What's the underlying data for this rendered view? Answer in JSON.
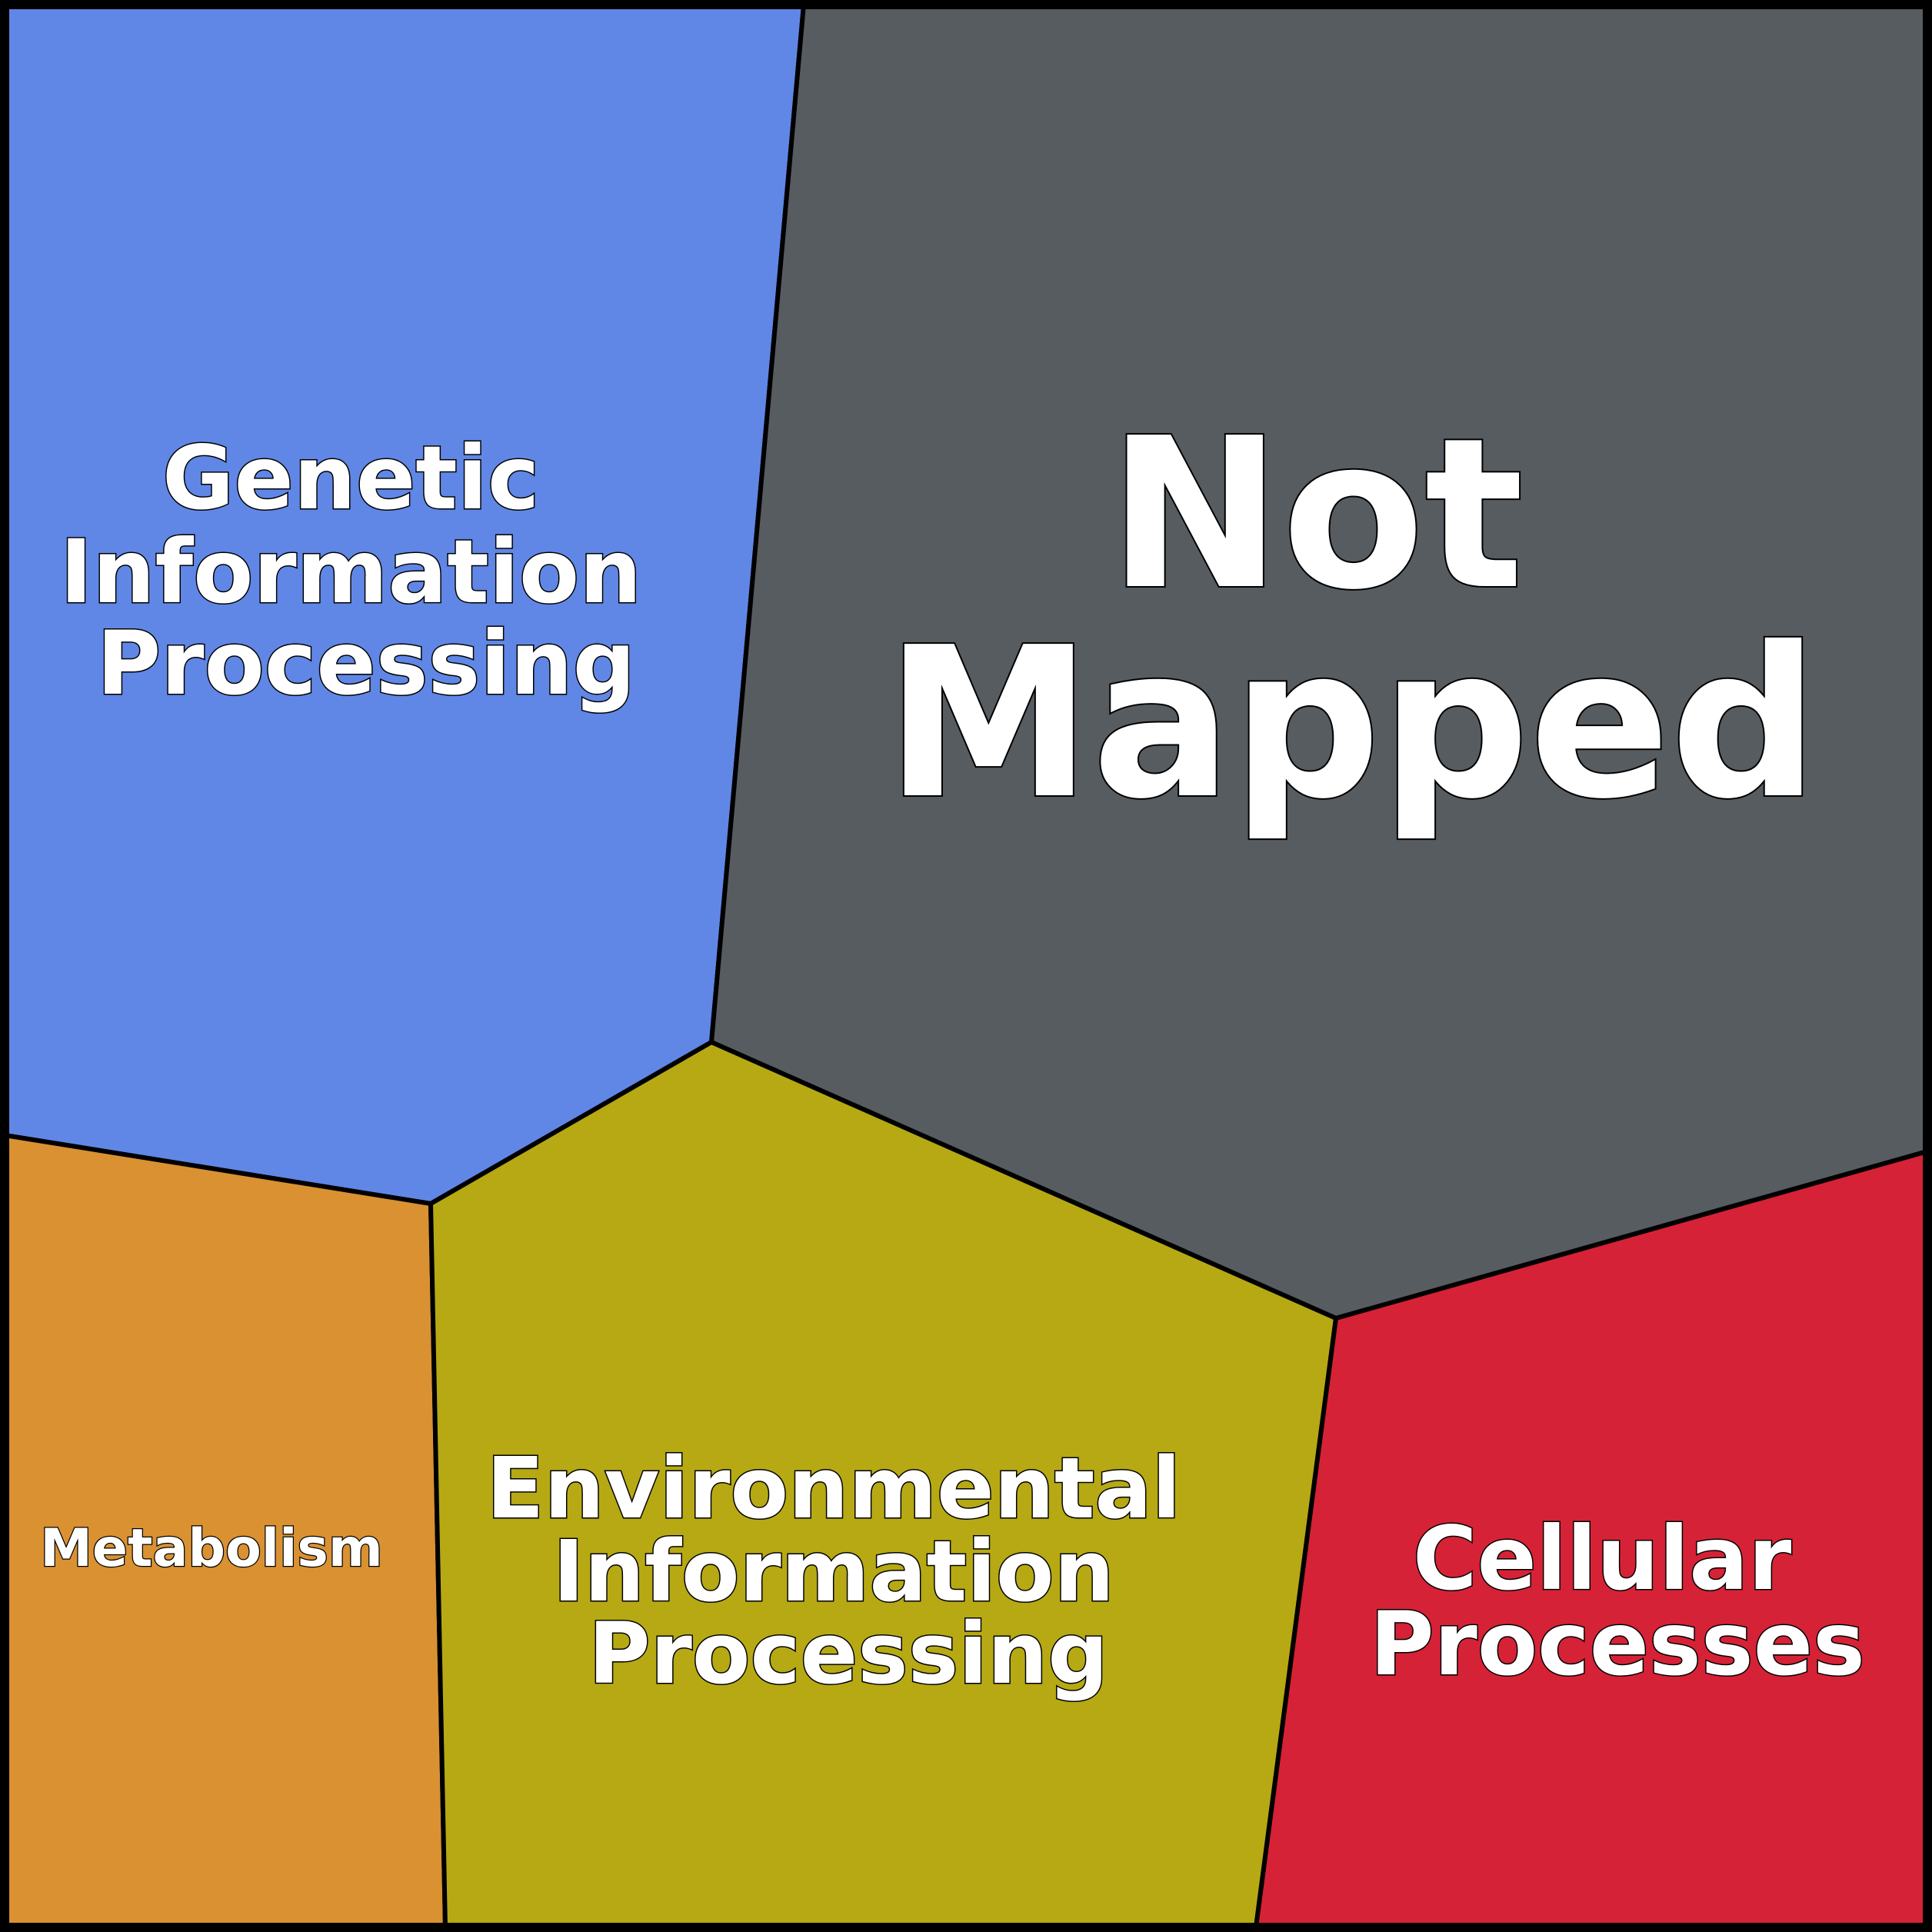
{
  "regions": {
    "genetic": {
      "lines": [
        "Genetic",
        "Information",
        "Processing"
      ],
      "color": "#6087e6"
    },
    "not_mapped": {
      "lines": [
        "Not",
        "Mapped"
      ],
      "color": "#575c61"
    },
    "metabolism": {
      "lines": [
        "Metabolism"
      ],
      "color": "#d99132"
    },
    "environmental": {
      "lines": [
        "Environmental",
        "Information",
        "Processing"
      ],
      "color": "#b6a914"
    },
    "cellular": {
      "lines": [
        "Cellular",
        "Processes"
      ],
      "color": "#d62236"
    }
  }
}
